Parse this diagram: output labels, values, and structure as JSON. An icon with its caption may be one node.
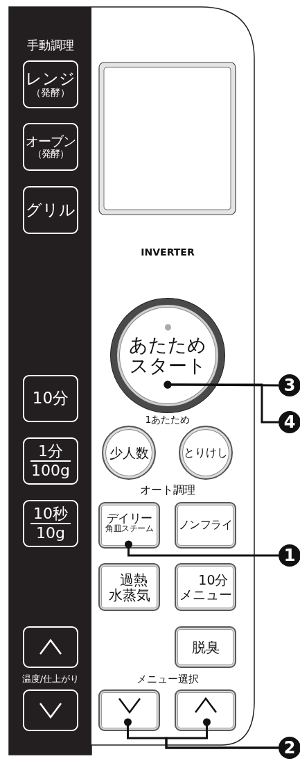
{
  "diagram": {
    "nodes": [
      {
        "text": [
          "レンジ",
          "（発酵）"
        ]
      },
      {
        "text": [
          "オーブン",
          "（発酵）"
        ]
      },
      {
        "text": [
          "グリル"
        ]
      },
      {
        "text": [
          "あたためスタート"
        ]
      },
      {
        "text": [
          "3"
        ]
      },
      {
        "text": [
          "10分"
        ]
      },
      {
        "text": [
          "4"
        ]
      },
      {
        "text": [
          "1分",
          "100g"
        ]
      },
      {
        "text": [
          "少人数"
        ]
      },
      {
        "text": [
          "とりけし"
        ]
      },
      {
        "text": [
          "10秒",
          "10g"
        ]
      },
      {
        "text": [
          "デイリー",
          "角皿スチーム"
        ]
      },
      {
        "text": [
          "ノンフライ"
        ]
      },
      {
        "text": [
          "1"
        ]
      },
      {
        "text": [
          "過熱水蒸気"
        ]
      },
      {
        "text": [
          "10分メニュー"
        ]
      },
      {
        "text": [],
        "shape": "box"
      },
      {
        "text": [
          "脱臭"
        ]
      },
      {
        "text": [],
        "shape": "box"
      },
      {
        "text": [],
        "shape": "box"
      },
      {
        "text": [],
        "shape": "box"
      },
      {
        "text": [
          "2"
        ]
      }
    ],
    "edges": [
      {
        "from": 4,
        "to": 3,
        "arrow": "other"
      },
      {
        "from": 6,
        "to": 3,
        "arrow": "other"
      },
      {
        "from": 13,
        "to": 11,
        "arrow": "other"
      },
      {
        "from": 21,
        "to": 19,
        "arrow": "other"
      },
      {
        "from": 21,
        "to": 20,
        "arrow": "other"
      }
    ],
    "labels": [
      "手動調理",
      "INVERTER",
      "1あたため",
      "オート調理",
      "温度/仕上がり",
      "メニュー選択"
    ]
  }
}
